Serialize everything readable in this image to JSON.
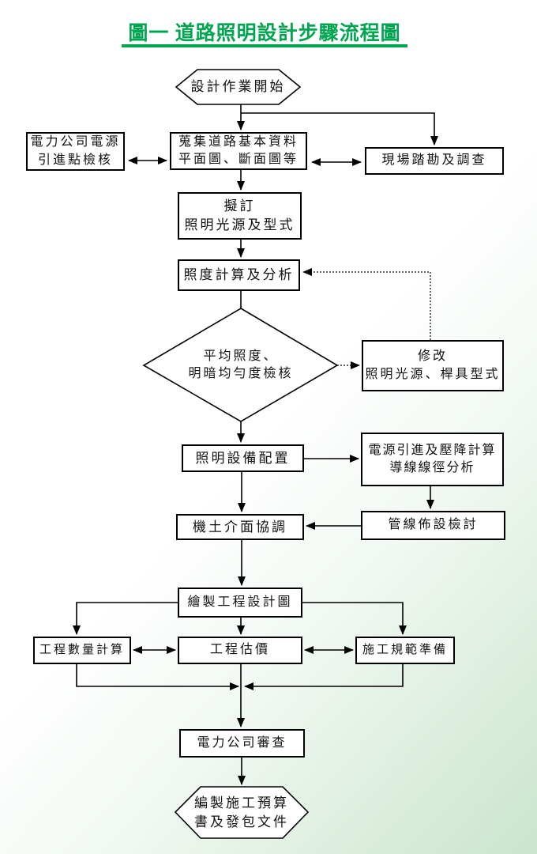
{
  "title": "圖一 道路照明設計步驟流程圖",
  "colors": {
    "title_green": "#00A550",
    "background_corner_green": "#c9e5cd",
    "line_black": "#000000"
  },
  "nodes": {
    "start": {
      "line1": "設計作業開始"
    },
    "power_source_check": {
      "line1": "電力公司電源",
      "line2": "引進點檢核"
    },
    "collect": {
      "line1": "蒐集道路基本資料",
      "line2": "平面圖、斷面圖等"
    },
    "site_survey": {
      "line1": "現場踏勘及調查"
    },
    "draft": {
      "line1": "擬訂",
      "line2": "照明光源及型式"
    },
    "illuminance_calc": {
      "line1": "照度計算及分析"
    },
    "uniformity_check": {
      "line1": "平均照度、",
      "line2": "明暗均勻度檢核"
    },
    "modify": {
      "line1": "修改",
      "line2": "照明光源、桿具型式"
    },
    "equipment_layout": {
      "line1": "照明設備配置"
    },
    "voltage_drop": {
      "line1": "電源引進及壓降計算",
      "line2": "導線線徑分析"
    },
    "interface_coordination": {
      "line1": "機土介面協調"
    },
    "pipeline_review": {
      "line1": "管線佈設檢討"
    },
    "drawing": {
      "line1": "繪製工程設計圖"
    },
    "quantity_calc": {
      "line1": "工程數量計算"
    },
    "estimate": {
      "line1": "工程估價"
    },
    "spec_preparation": {
      "line1": "施工規範準備"
    },
    "power_company_review": {
      "line1": "電力公司審查"
    },
    "end": {
      "line1": "編製施工預算",
      "line2": "書及發包文件"
    }
  }
}
